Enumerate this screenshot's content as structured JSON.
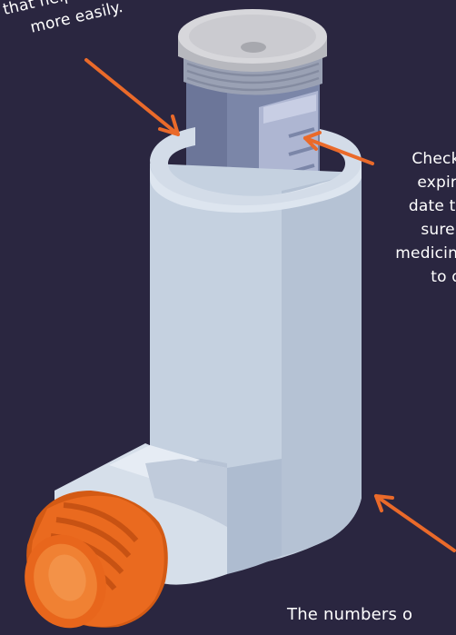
{
  "annotations": {
    "top": {
      "line1": "that helps yo",
      "line2": "more easily."
    },
    "right": {
      "lines": [
        "Check",
        "expirat",
        "date to",
        "sure y",
        "medicine",
        "to dat"
      ]
    },
    "bottom": {
      "text": "The numbers o"
    }
  },
  "colors": {
    "background": "#2a2640",
    "arrow": "#ea6a2a",
    "canister_body": "#7f89ab",
    "canister_cap": "#c8c8cc",
    "inhaler_body": "#c8d4e2",
    "mouthpiece_cap": "#ea6a1f"
  },
  "icons": [
    "inhaler-illustration",
    "arrow-icon"
  ]
}
